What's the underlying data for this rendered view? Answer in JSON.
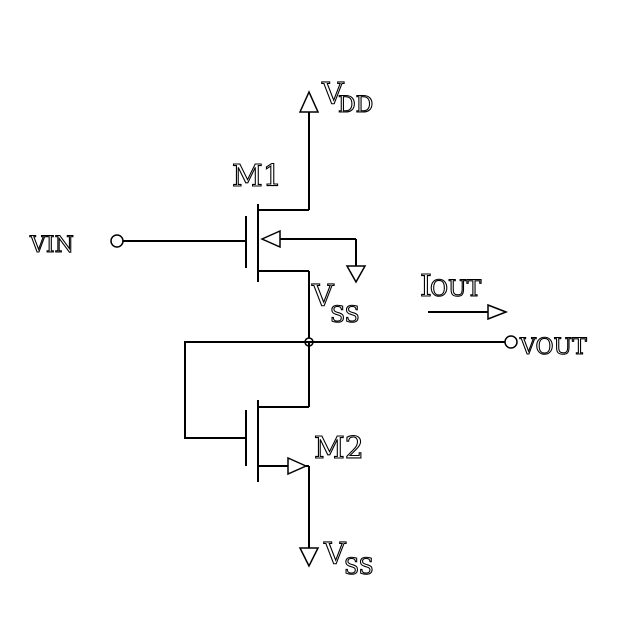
{
  "labels": {
    "vdd_main": "V",
    "vdd_sub": "DD",
    "m1": "M1",
    "vin": "VIN",
    "vss_body_main": "V",
    "vss_body_sub": "SS",
    "iout_main": "I",
    "iout_sub": "OUT",
    "vout": "VOUT",
    "m2": "M2",
    "vss_main": "V",
    "vss_sub": "SS"
  },
  "colors": {
    "line": "#000000",
    "background": "#ffffff"
  }
}
